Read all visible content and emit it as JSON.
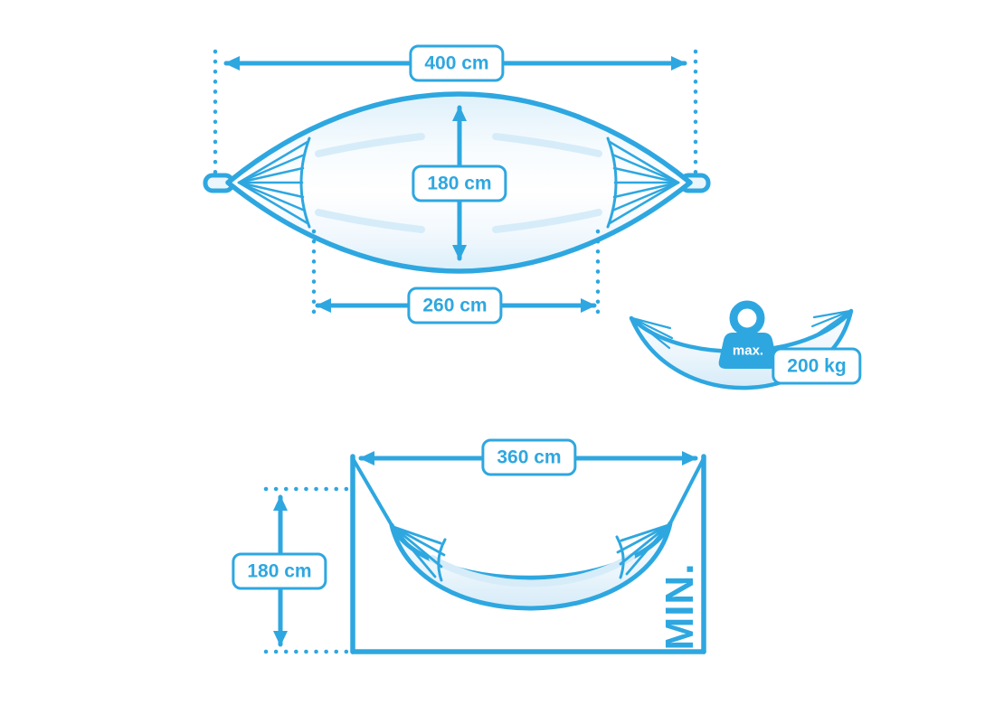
{
  "title": "Hammock dimensions diagram",
  "colors": {
    "accent": "#2EA7E0",
    "fill_light": "#EAF5FC",
    "fill_shade": "#D8ECF8",
    "background": "#FFFFFF"
  },
  "flat_hammock": {
    "total_length": "400 cm",
    "width": "180 cm",
    "bed_length": "260 cm"
  },
  "capacity": {
    "max_label": "max.",
    "weight": "200 kg"
  },
  "hanging_hammock": {
    "span": "360 cm",
    "height": "180 cm",
    "min_label": "MIN."
  }
}
